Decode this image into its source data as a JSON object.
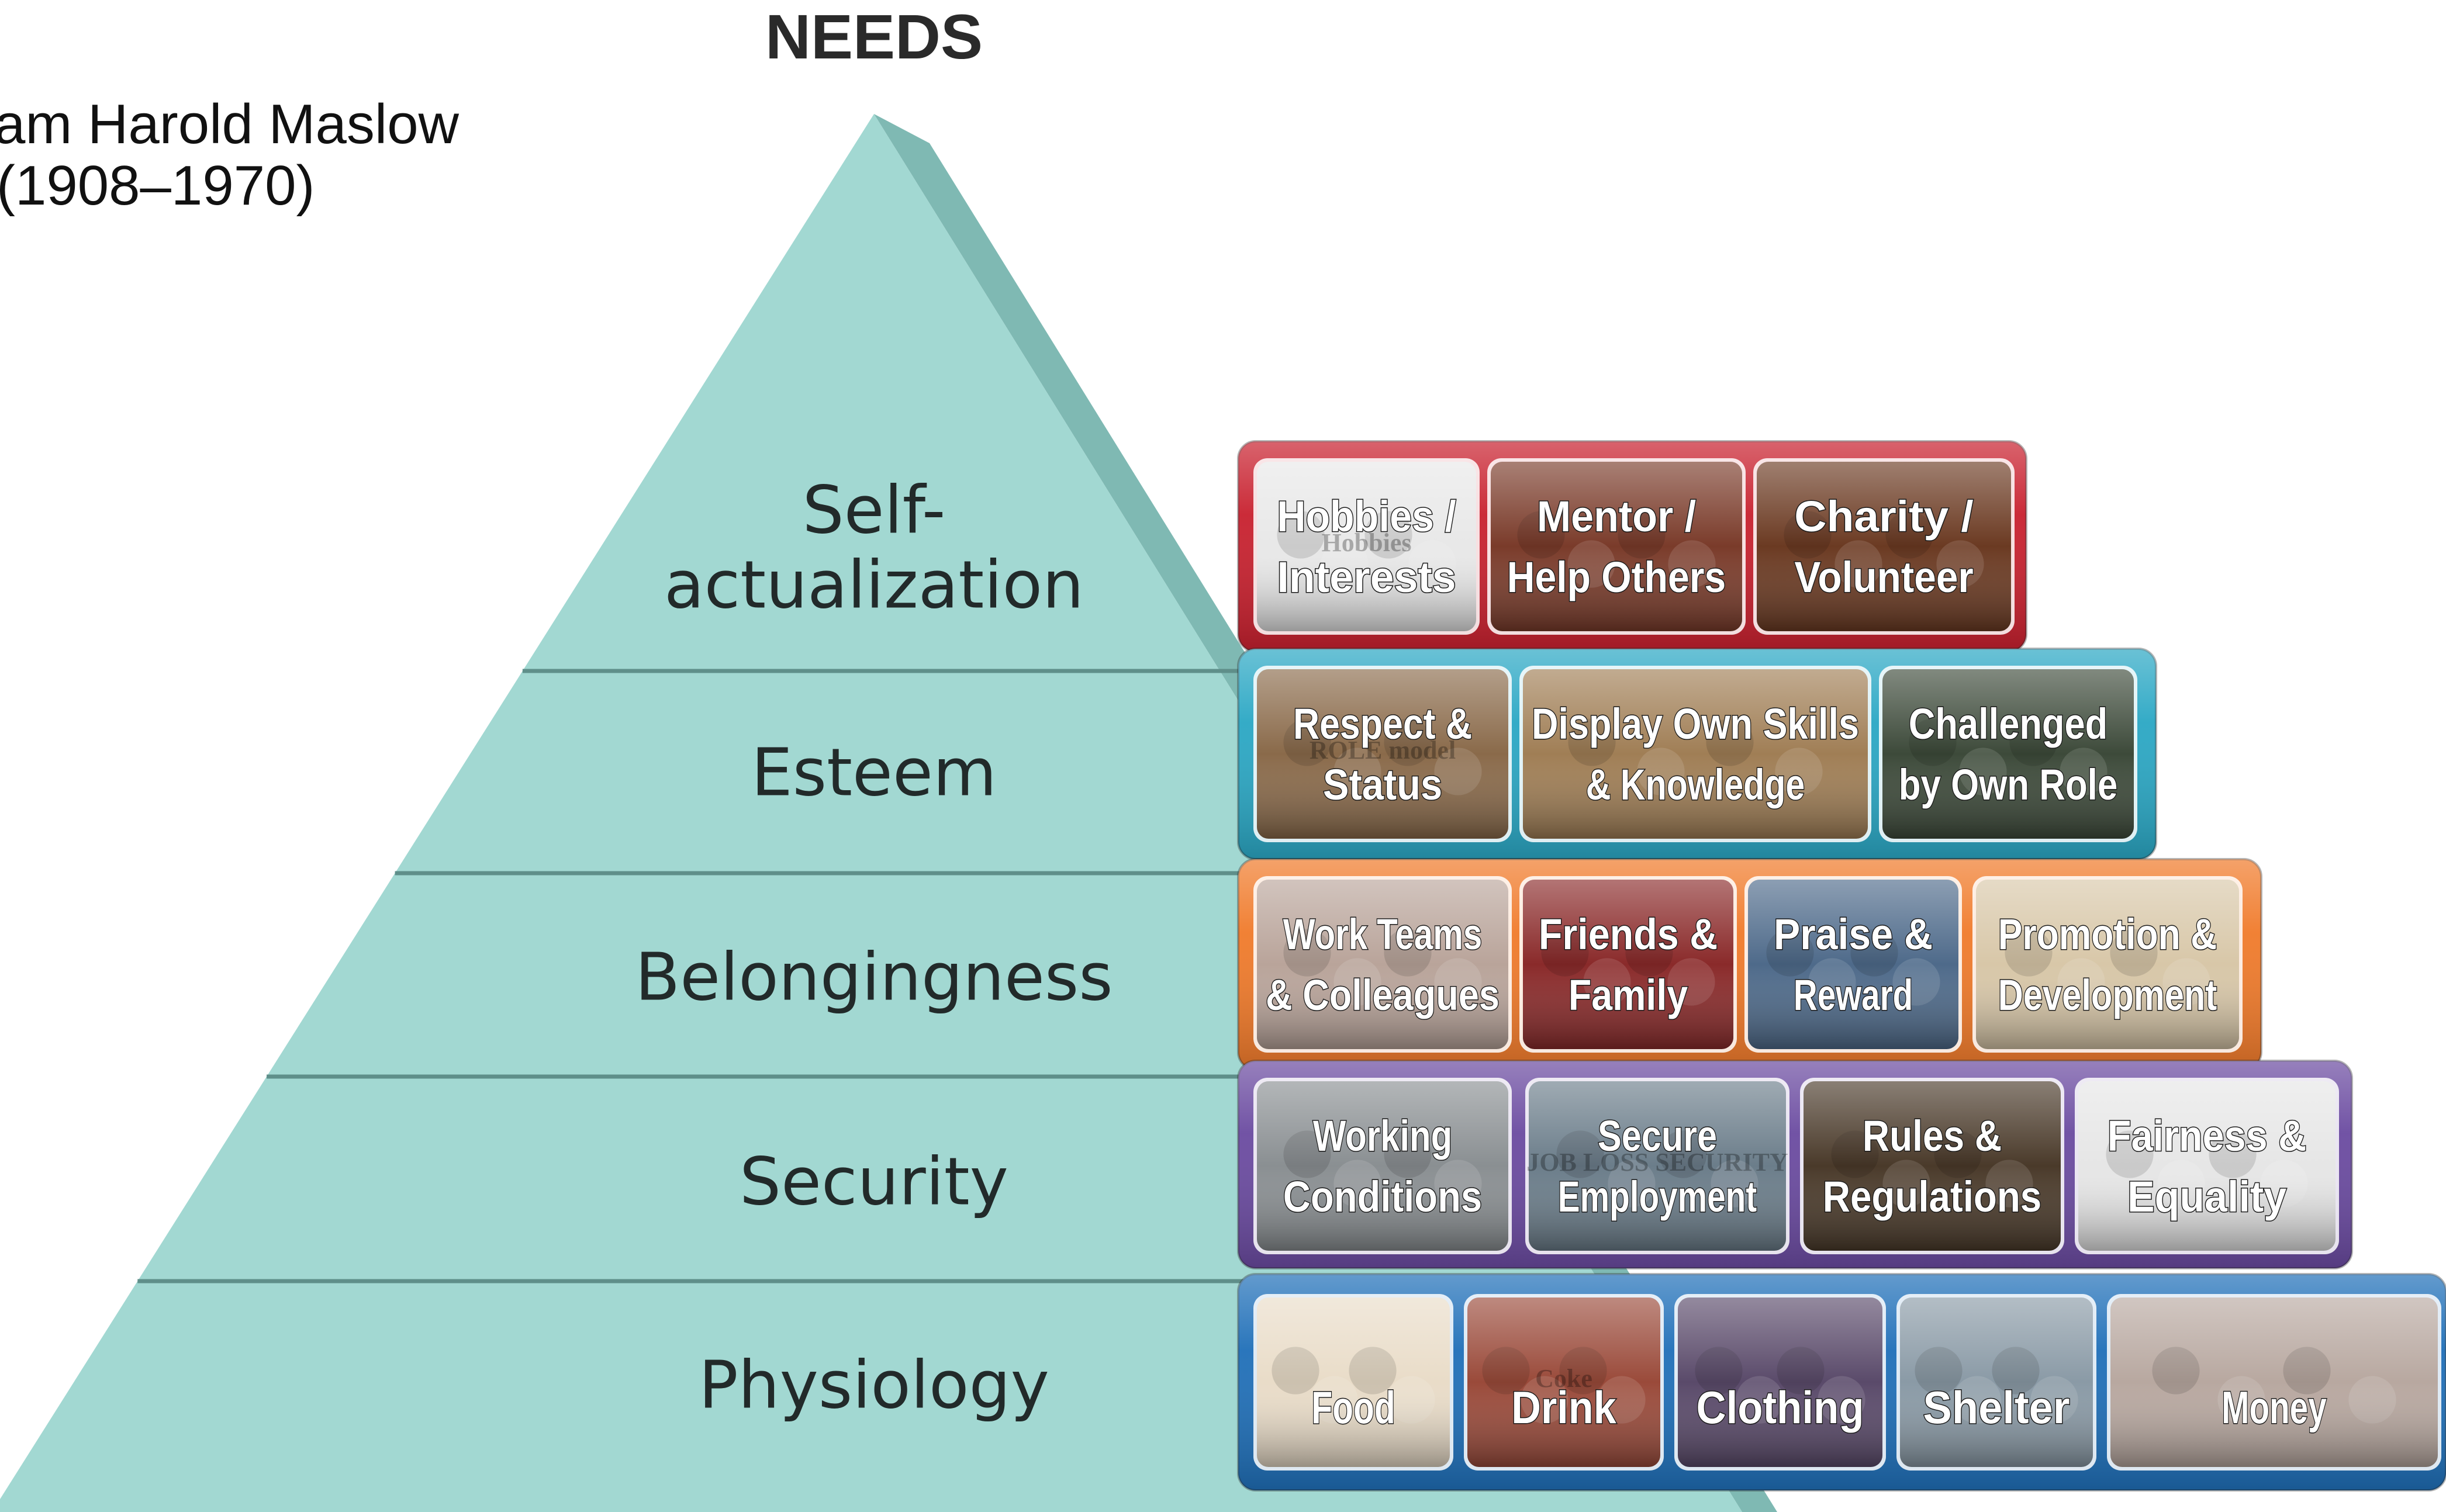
{
  "header": {
    "needs_label": "NEEDS",
    "author_name": "am Harold Maslow",
    "author_years": "(1908–1970)"
  },
  "pyramid": {
    "fill": "#a2d8d2",
    "side_shade": "#7fb9b3",
    "divider_color": "#5f8f8a",
    "levels": [
      {
        "id": "self-actualization",
        "label_lines": [
          "Self-",
          "actualization"
        ]
      },
      {
        "id": "esteem",
        "label_lines": [
          "Esteem"
        ]
      },
      {
        "id": "belongingness",
        "label_lines": [
          "Belongingness"
        ]
      },
      {
        "id": "security",
        "label_lines": [
          "Security"
        ]
      },
      {
        "id": "physiology",
        "label_lines": [
          "Physiology"
        ]
      }
    ]
  },
  "bands": [
    {
      "id": "self-actualization",
      "color": "#c8202e",
      "tiles": [
        {
          "lines": [
            "Hobbies /",
            "Interests"
          ],
          "tint": "#e8e8e8",
          "icon": "hobbies-cap-icon",
          "overlay": "Hobbies"
        },
        {
          "lines": [
            "Mentor /",
            "Help Others"
          ],
          "tint": "#7a3b2a",
          "icon": "mentor-photo-icon"
        },
        {
          "lines": [
            "Charity /",
            "Volunteer"
          ],
          "tint": "#6b3a22",
          "icon": "charity-photo-icon"
        }
      ]
    },
    {
      "id": "esteem",
      "color": "#2aa7c4",
      "tiles": [
        {
          "lines": [
            "Respect &",
            "Status"
          ],
          "tint": "#8a6a4a",
          "icon": "role-model-blocks-icon",
          "overlay": "ROLE model"
        },
        {
          "lines": [
            "Display Own Skills",
            "& Knowledge"
          ],
          "tint": "#a07e55",
          "icon": "construction-photo-icon"
        },
        {
          "lines": [
            "Challenged",
            "by Own Role"
          ],
          "tint": "#3d4a3a",
          "icon": "rising-arrow-icon"
        }
      ]
    },
    {
      "id": "belongingness",
      "color": "#f07a2a",
      "tiles": [
        {
          "lines": [
            "Work Teams",
            "& Colleagues"
          ],
          "tint": "#b9a49a",
          "icon": "team-photo-icon"
        },
        {
          "lines": [
            "Friends &",
            "Family"
          ],
          "tint": "#8a2a2a",
          "icon": "friends-photo-icon"
        },
        {
          "lines": [
            "Praise &",
            "Reward"
          ],
          "tint": "#4e6a8a",
          "icon": "praise-photo-icon"
        },
        {
          "lines": [
            "Promotion &",
            "Development"
          ],
          "tint": "#d8c7a8",
          "icon": "promotion-photo-icon"
        }
      ]
    },
    {
      "id": "security",
      "color": "#6a4aa0",
      "tiles": [
        {
          "lines": [
            "Working",
            "Conditions"
          ],
          "tint": "#8a8f92",
          "icon": "site-photo-icon"
        },
        {
          "lines": [
            "Secure",
            "Employment"
          ],
          "tint": "#6b7d8a",
          "icon": "road-sign-icon",
          "overlay": "JOB LOSS  SECURITY"
        },
        {
          "lines": [
            "Rules &",
            "Regulations"
          ],
          "tint": "#4a3a2a",
          "icon": "gavel-books-icon"
        },
        {
          "lines": [
            "Fairness &",
            "Equality"
          ],
          "tint": "#e6e6e6",
          "icon": "scales-icon"
        }
      ]
    },
    {
      "id": "physiology",
      "color": "#1f6fb8",
      "tiles": [
        {
          "lines": [
            "Food"
          ],
          "tint": "#e9dcc8",
          "icon": "food-pile-icon"
        },
        {
          "lines": [
            "Drink"
          ],
          "tint": "#9a4a3a",
          "icon": "drink-cans-icon",
          "overlay": "Coke"
        },
        {
          "lines": [
            "Clothing"
          ],
          "tint": "#5a4a6a",
          "icon": "clothing-rack-icon"
        },
        {
          "lines": [
            "Shelter"
          ],
          "tint": "#8a9aa6",
          "icon": "house-icon"
        },
        {
          "lines": [
            "Money"
          ],
          "tint": "#b8a8a0",
          "icon": "banknotes-icon"
        }
      ]
    }
  ]
}
